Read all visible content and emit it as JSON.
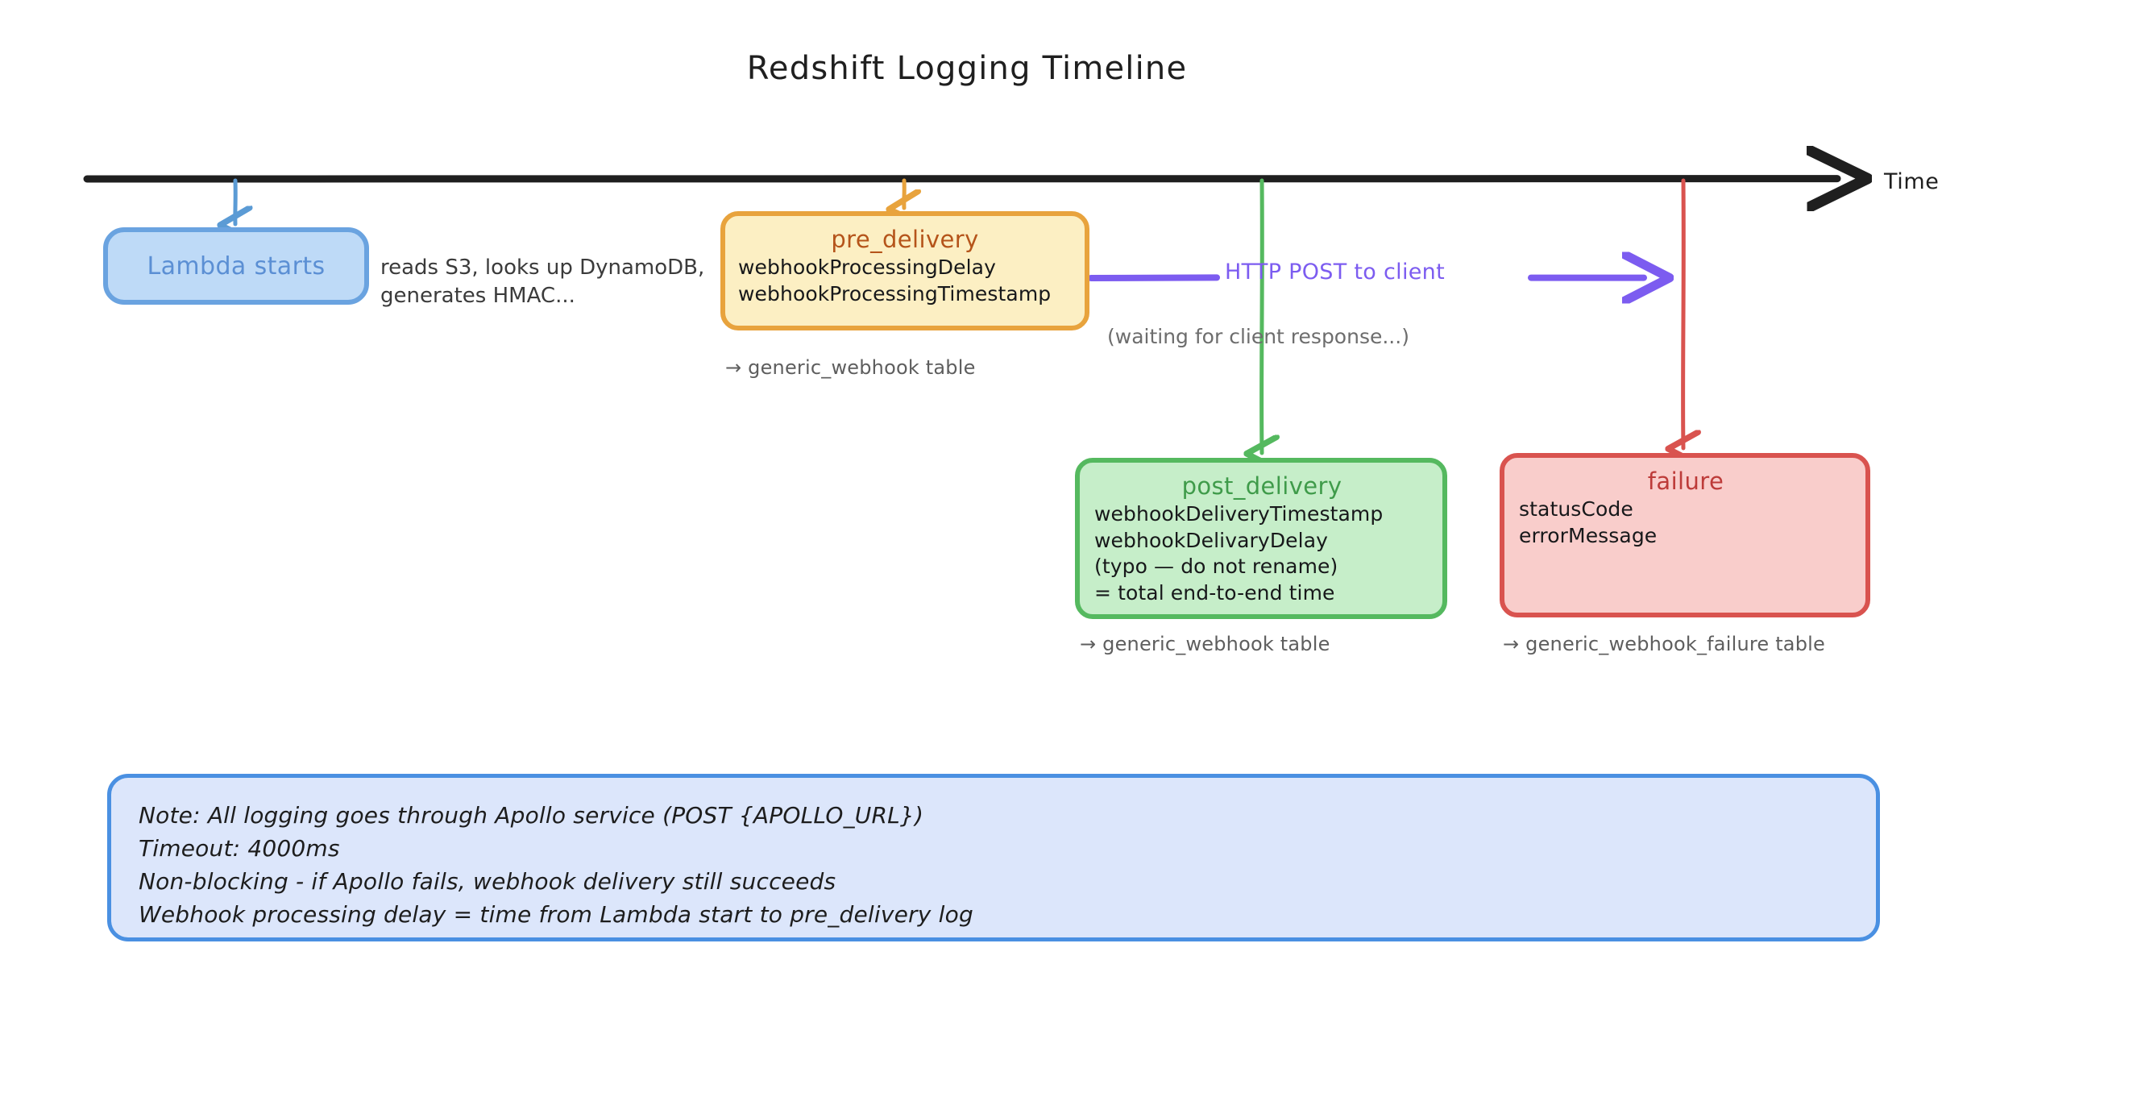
{
  "title": "Redshift Logging Timeline",
  "timeline": {
    "axis_label": "Time"
  },
  "nodes": {
    "lambda": {
      "title": "Lambda starts",
      "annotation_line1": "reads S3, looks up DynamoDB,",
      "annotation_line2": "generates HMAC...",
      "fill": "#bedaf7",
      "stroke": "#6aa3e0"
    },
    "pre_delivery": {
      "title": "pre_delivery",
      "fields": [
        "webhookProcessingDelay",
        "webhookProcessingTimestamp"
      ],
      "caption": "→  generic_webhook table",
      "fill": "#fcefc3",
      "stroke": "#e8a33d"
    },
    "post_delivery": {
      "title": "post_delivery",
      "fields": [
        "webhookDeliveryTimestamp",
        "webhookDelivaryDelay",
        "(typo — do not rename)",
        "= total end-to-end time"
      ],
      "caption": "→  generic_webhook table",
      "fill": "#c6eec9",
      "stroke": "#55b95f"
    },
    "failure": {
      "title": "failure",
      "fields": [
        "statusCode",
        "errorMessage"
      ],
      "caption": "→  generic_webhook_failure table",
      "fill": "#f9cdcb",
      "stroke": "#d9534f"
    }
  },
  "http_arrow": {
    "label": "HTTP POST to client",
    "sublabel": "(waiting for client response...)",
    "color": "#7c5cf0"
  },
  "note": {
    "lines": [
      "Note: All logging goes through Apollo service (POST {APOLLO_URL})",
      "Timeout: 4000ms",
      "Non-blocking - if Apollo fails, webhook delivery still succeeds",
      "Webhook processing delay = time from Lambda start to pre_delivery log"
    ],
    "fill": "#dce6fb",
    "stroke": "#4a90e2"
  }
}
